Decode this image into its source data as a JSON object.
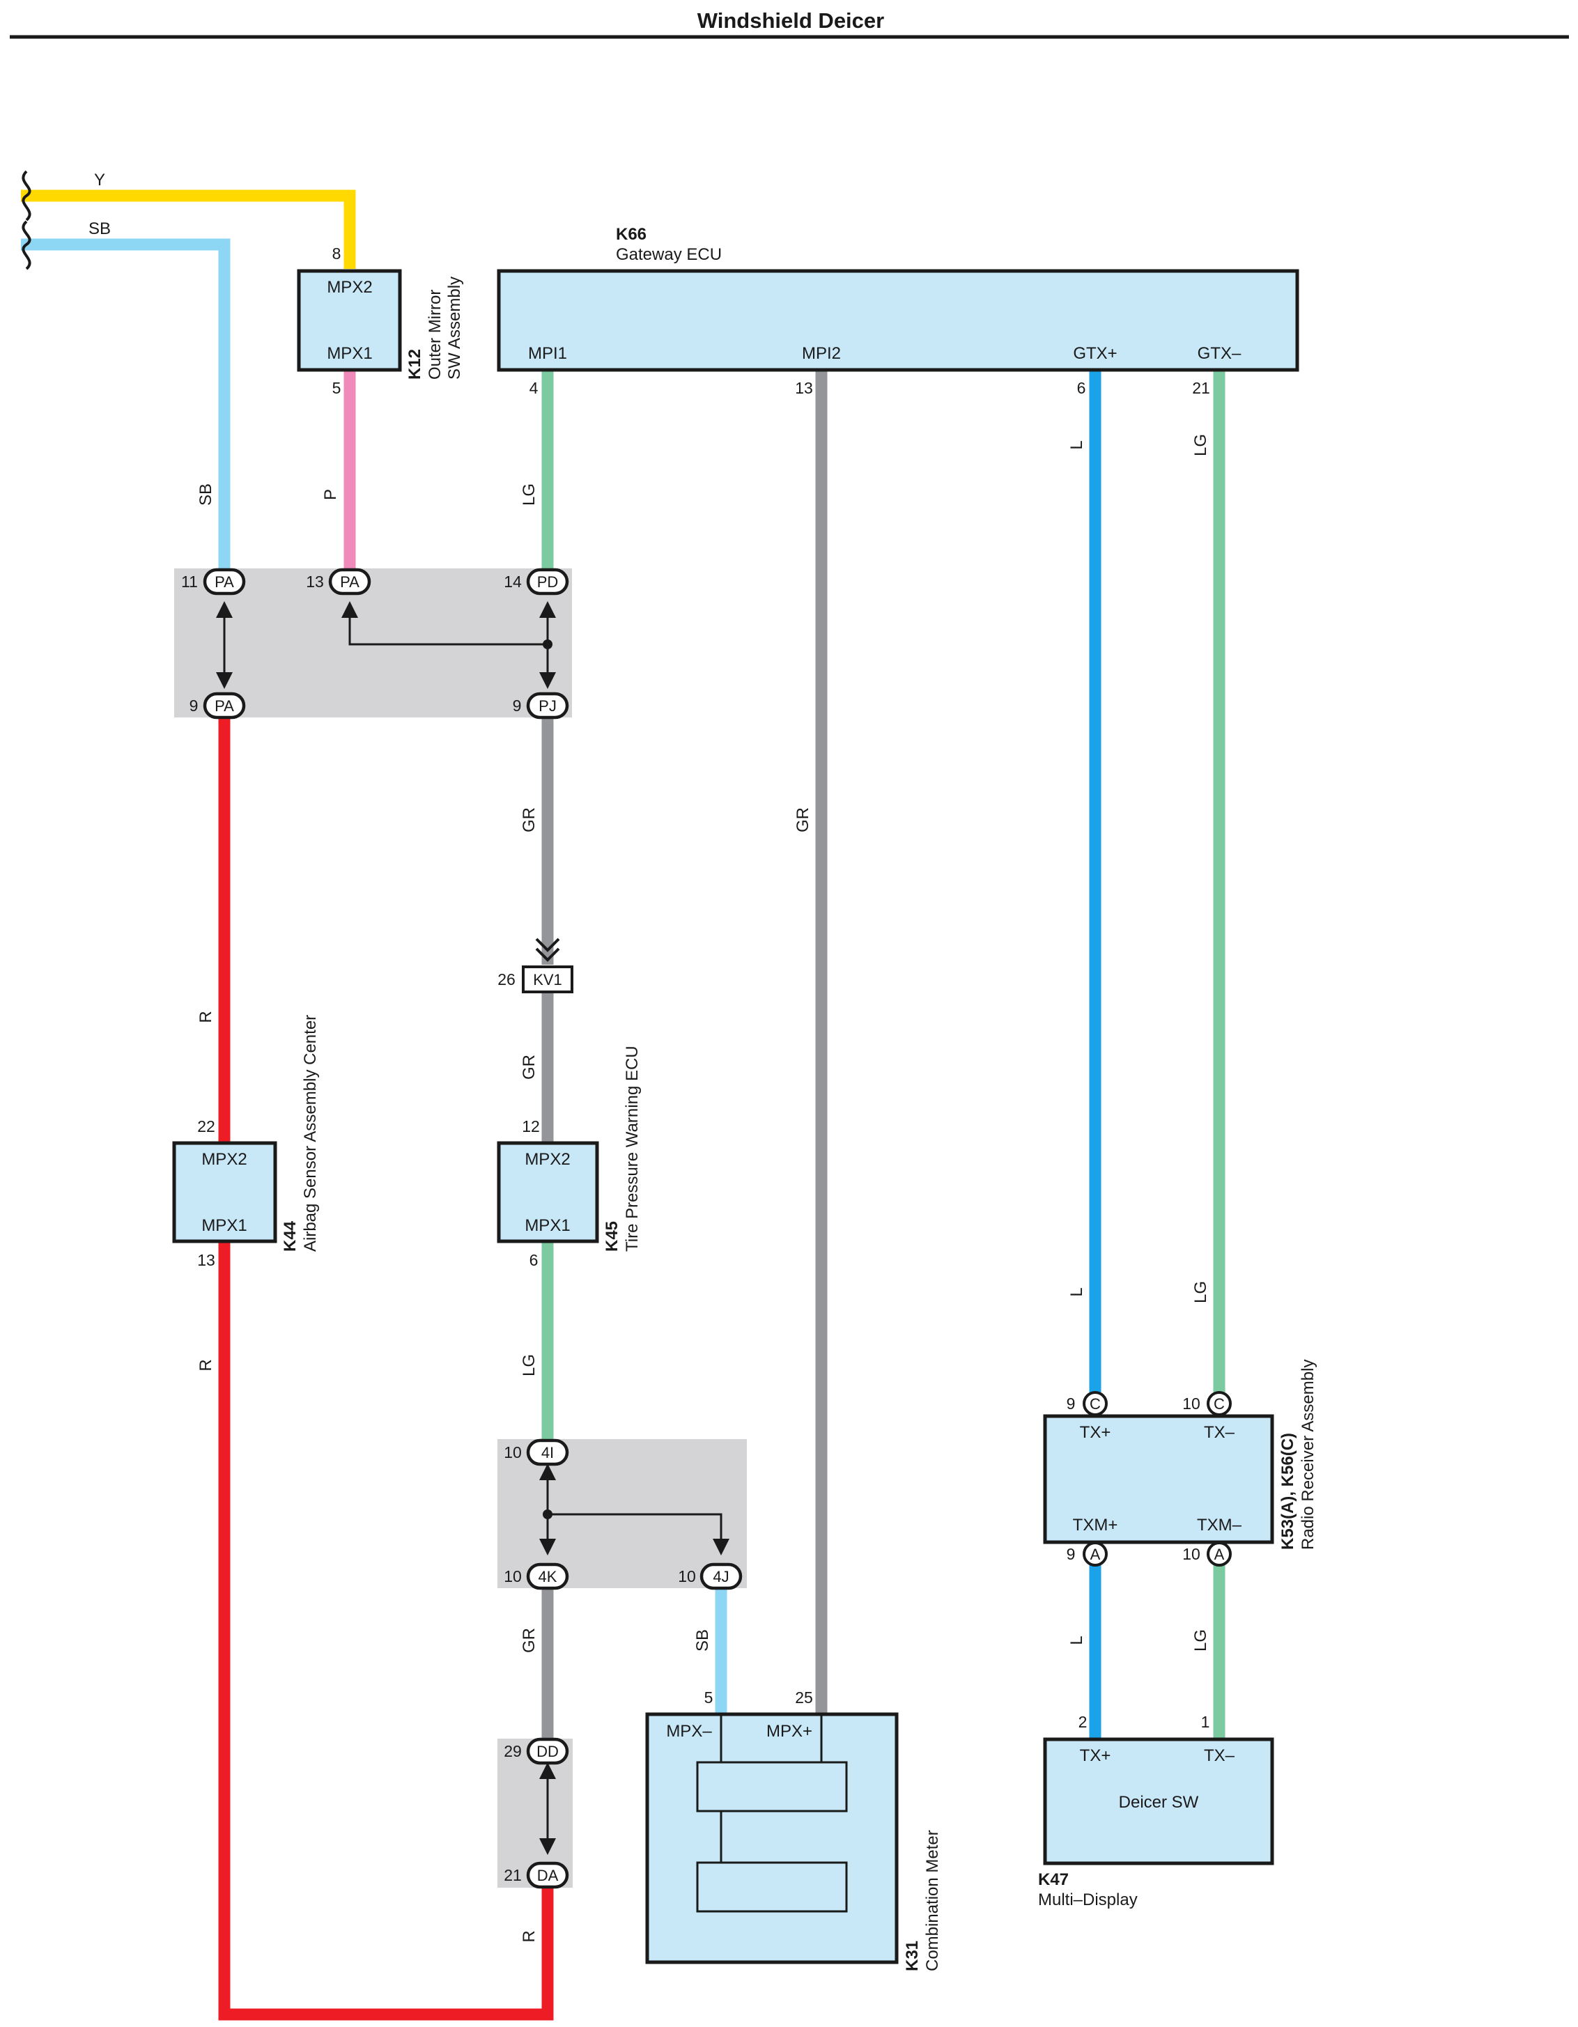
{
  "title": "Windshield Deicer",
  "colors": {
    "Y": "#ffd900",
    "SB": "#8dd6f4",
    "P": "#f08abb",
    "LG": "#7ccaa0",
    "GR": "#939598",
    "L": "#1aa3e8",
    "R": "#ee1c25",
    "component_fill": "#c8e8f8",
    "junction_fill": "#d4d4d6"
  },
  "wire_labels": {
    "y": "Y",
    "sb": "SB",
    "p": "P",
    "lg": "LG",
    "gr": "GR",
    "l": "L",
    "r": "R"
  },
  "components": {
    "k12": {
      "id": "K12",
      "name1": "Outer Mirror",
      "name2": "SW Assembly",
      "pins": [
        "MPX2",
        "MPX1"
      ],
      "pin_nums": [
        "8",
        "5"
      ]
    },
    "k66": {
      "id": "K66",
      "name": "Gateway ECU",
      "pins": [
        "MPI1",
        "MPI2",
        "GTX+",
        "GTX–"
      ],
      "pin_nums": [
        "4",
        "13",
        "6",
        "21"
      ]
    },
    "k44": {
      "id": "K44",
      "name": "Airbag Sensor Assembly Center",
      "pins": [
        "MPX2",
        "MPX1"
      ],
      "pin_nums": [
        "22",
        "13"
      ]
    },
    "k45": {
      "id": "K45",
      "name": "Tire Pressure Warning ECU",
      "pins": [
        "MPX2",
        "MPX1"
      ],
      "pin_nums": [
        "12",
        "6"
      ]
    },
    "k53": {
      "id": "K53(A), K56(C)",
      "name": "Radio Receiver Assembly",
      "pins": [
        "TX+",
        "TX–",
        "TXM+",
        "TXM–"
      ],
      "pin_nums": [
        "9",
        "10",
        "9",
        "10"
      ],
      "conns": [
        "C",
        "C",
        "A",
        "A"
      ]
    },
    "k47": {
      "id": "K47",
      "name": "Multi–Display",
      "inner": "Deicer SW",
      "pins": [
        "TX+",
        "TX–"
      ],
      "pin_nums": [
        "2",
        "1"
      ]
    },
    "k31": {
      "id": "K31",
      "name": "Combination Meter",
      "pins": [
        "MPX–",
        "MPX+"
      ],
      "pin_nums": [
        "5",
        "25"
      ]
    }
  },
  "junctions": {
    "j1": {
      "pins": [
        {
          "num": "11",
          "conn": "PA"
        },
        {
          "num": "13",
          "conn": "PA"
        },
        {
          "num": "14",
          "conn": "PD"
        },
        {
          "num": "9",
          "conn": "PA"
        },
        {
          "num": "9",
          "conn": "PJ"
        }
      ]
    },
    "kv1": {
      "num": "26",
      "conn": "KV1"
    },
    "j2": {
      "pins": [
        {
          "num": "10",
          "conn": "4I"
        },
        {
          "num": "10",
          "conn": "4K"
        },
        {
          "num": "10",
          "conn": "4J"
        }
      ]
    },
    "j3": {
      "pins": [
        {
          "num": "29",
          "conn": "DD"
        },
        {
          "num": "21",
          "conn": "DA"
        }
      ]
    }
  }
}
